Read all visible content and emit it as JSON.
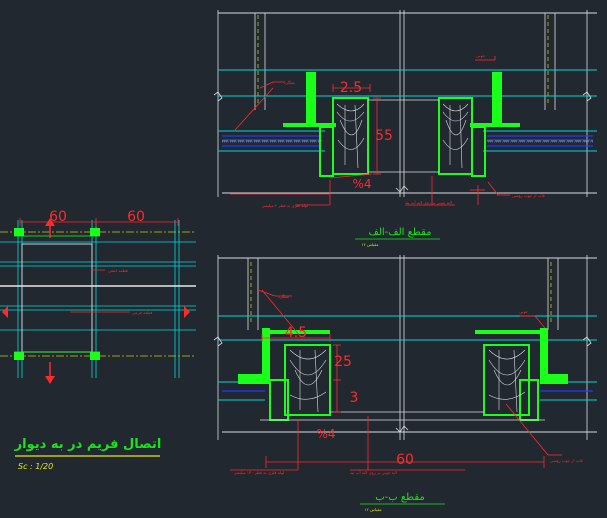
{
  "colors": {
    "background": "#212830",
    "line_white": "#d9dde0",
    "line_cyan": "#00d7d7",
    "frame_green": "#19ff19",
    "dim_red": "#ff2a2a",
    "title_green": "#19e619",
    "title_yellow": "#e8e800",
    "hatch_blue": "#1f3cff",
    "dash_yellow": "#c8c800"
  },
  "top_section": {
    "dim_top": "2.5",
    "dim_height": "55",
    "dim_slope": "%4",
    "label_left_upper": "میلگرد",
    "label_right_upper": "چوبی",
    "note_bottom_left": "لوله فلزی به قطر ۴ میلیمتر",
    "note_bottom_mid": "لایه چوبی بر روی لایه آب بند",
    "note_bottom_right": "قاب از چوب روسی",
    "title": "مقطع الف-الف",
    "scale": "مقیاس ۱۲"
  },
  "bottom_section": {
    "dim_top": "4.5",
    "dim_mid": "25",
    "dim_low": "3",
    "dim_slope": "%4",
    "dim_width": "60",
    "label_left_upper": "میلگرد",
    "label_right_upper": "چوبی",
    "note_bottom_left": "لوله فلزی به قطر ۱۳۰ میلیمتر",
    "note_bottom_mid": "لایه چوبی بر روی لایه آب بند",
    "note_bottom_right": "قاب از چوب روسی",
    "title": "مقطع ب-ب",
    "scale": "مقیاس ۱۲"
  },
  "plan": {
    "dim_left": "60",
    "dim_right": "60",
    "label_main": "قطعه اصلی",
    "label_sub": "قطعه فرعی"
  },
  "sheet": {
    "title": "اتصال فریم در به دیوار",
    "scale": "Sc : 1/20"
  }
}
